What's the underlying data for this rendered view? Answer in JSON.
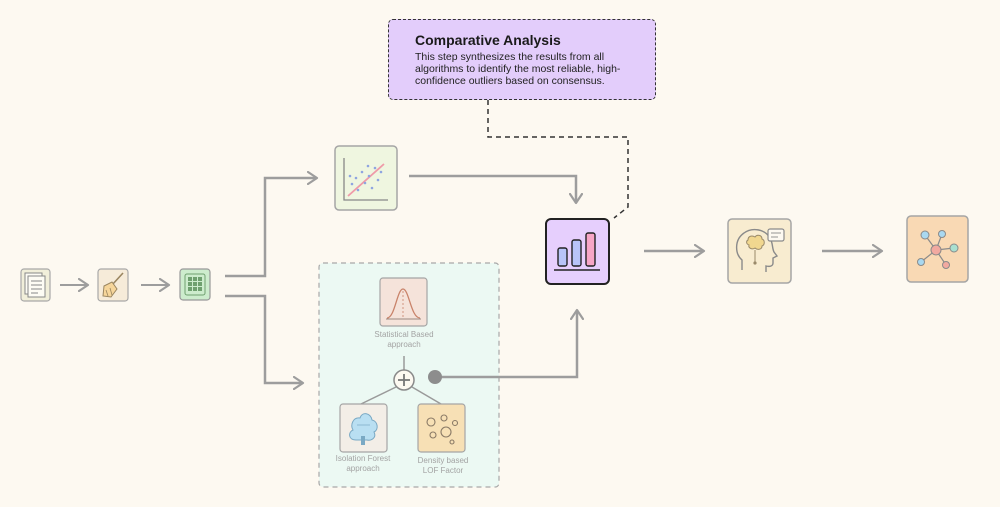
{
  "callout": {
    "title": "Comparative Analysis",
    "text": "This step synthesizes the results from all algorithms to identify the most reliable, high-confidence outliers based on consensus."
  },
  "methods": {
    "statistical": "Statistical Based approach",
    "isolation_forest": "Isolation Forest approach",
    "density": "Density based LOF Factor"
  },
  "colors": {
    "background": "#fdf9f1",
    "arrow": "#9d9d9d",
    "callout_fill": "#e3cdfb",
    "analysis_fill": "#e6cffd",
    "methods_panel_fill": "#ecf9f3",
    "bar_blue": "#b8c4f8",
    "bar_pink": "#f7a6c6"
  },
  "icons": [
    "document-icon",
    "broom-icon",
    "grid-icon",
    "scatter-regression-icon",
    "bell-curve-icon",
    "tree-icon",
    "circles-icon",
    "bar-chart-icon",
    "brain-head-icon",
    "network-icon"
  ]
}
